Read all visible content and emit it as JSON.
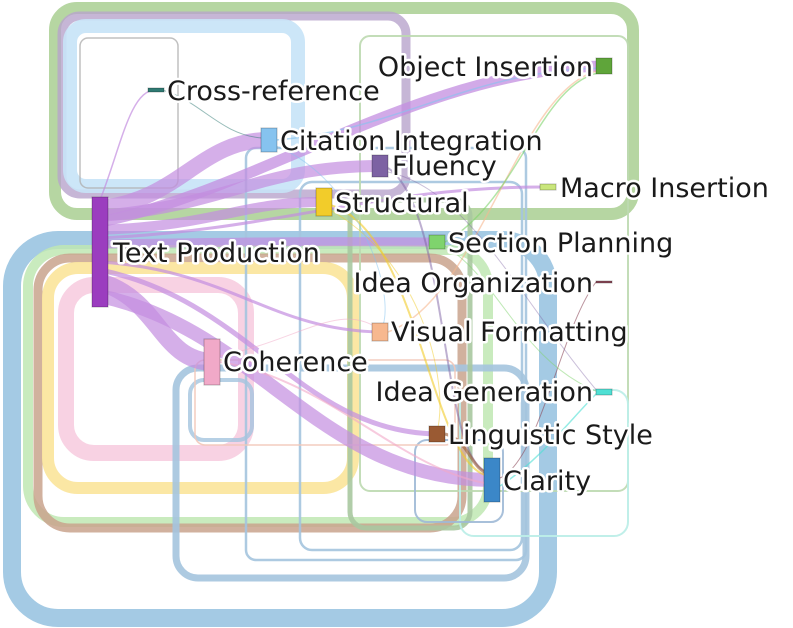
{
  "diagram": {
    "type": "sankey",
    "nodes": [
      {
        "id": "text_production",
        "label": "Text Production",
        "color": "#9b3dbf"
      },
      {
        "id": "cross_reference",
        "label": "Cross-reference",
        "color": "#2f7a73"
      },
      {
        "id": "citation_integration",
        "label": "Citation Integration",
        "color": "#86c3ef"
      },
      {
        "id": "fluency",
        "label": "Fluency",
        "color": "#7d62a3"
      },
      {
        "id": "structural",
        "label": "Structural",
        "color": "#f2cc2a"
      },
      {
        "id": "section_planning",
        "label": "Section Planning",
        "color": "#7fd36d"
      },
      {
        "id": "idea_organization",
        "label": "Idea Organization",
        "color": "#8c4a5a"
      },
      {
        "id": "visual_formatting",
        "label": "Visual Formatting",
        "color": "#f7b88f"
      },
      {
        "id": "coherence",
        "label": "Coherence",
        "color": "#f1a9c8"
      },
      {
        "id": "idea_generation",
        "label": "Idea Generation",
        "color": "#4fe0d4"
      },
      {
        "id": "linguistic_style",
        "label": "Linguistic Style",
        "color": "#9a5a33"
      },
      {
        "id": "clarity",
        "label": "Clarity",
        "color": "#3b87c8"
      },
      {
        "id": "object_insertion",
        "label": "Object Insertion",
        "color": "#5fa53a"
      },
      {
        "id": "macro_insertion",
        "label": "Macro Insertion",
        "color": "#c9e67b"
      }
    ]
  }
}
